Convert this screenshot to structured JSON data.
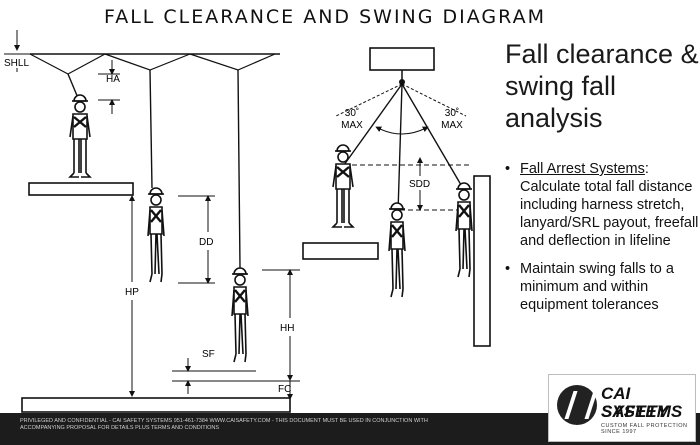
{
  "title": "FALL CLEARANCE AND SWING DIAGRAM",
  "heading": "Fall clearance & swing fall analysis",
  "bullets": [
    {
      "lead": "Fall Arrest Systems",
      "rest": ": Calculate total fall distance including harness stretch, lanyard/SRL payout, freefall and deflection in lifeline"
    },
    {
      "lead": "",
      "rest": "Maintain swing falls to a minimum and within equipment tolerances"
    }
  ],
  "labels": {
    "shll": "SHLL",
    "ha": "HA",
    "dd": "DD",
    "hp": "HP",
    "hh": "HH",
    "sf": "SF",
    "fc": "FC",
    "sdd": "SDD",
    "angle_left_value": "30˚",
    "angle_right_value": "30˚",
    "angle_word": "MAX"
  },
  "footer": "PRIVILEGED AND CONFIDENTIAL - CAI SAFETY SYSTEMS 951-461-7384 WWW.CAISAFETY.COM - THIS DOCUMENT MUST BE USED IN CONJUNCTION WITH ACCOMPANYING PROPOSAL FOR DETAILS PLUS TERMS AND CONDITIONS",
  "logo": {
    "name_line1": "CAI SAFETY",
    "name_line2": "SYSTEMS",
    "tagline": "CUSTOM FALL PROTECTION SINCE 1997"
  }
}
